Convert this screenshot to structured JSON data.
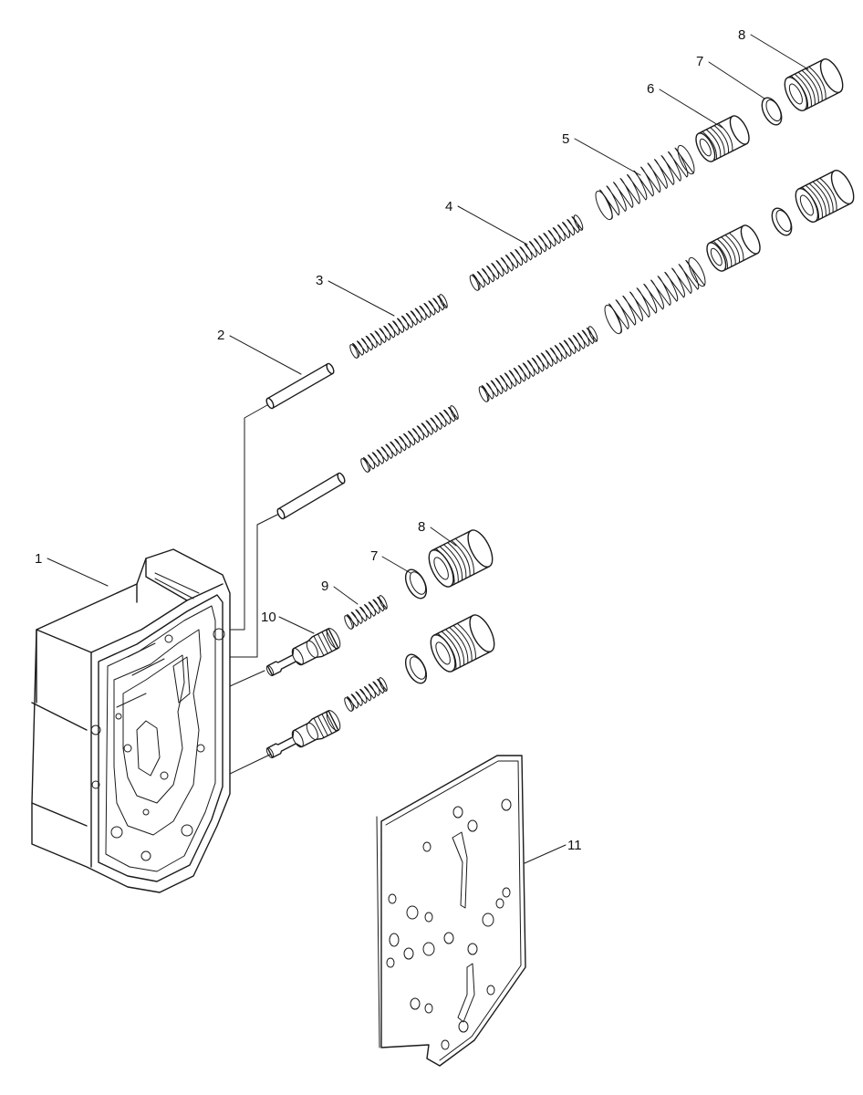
{
  "diagram": {
    "background": "#ffffff",
    "line_color": "#1a1a1a",
    "callouts": [
      {
        "id": "c1",
        "label": "1",
        "part": "valve-body"
      },
      {
        "id": "c2",
        "label": "2",
        "part": "pin"
      },
      {
        "id": "c3",
        "label": "3",
        "part": "spring"
      },
      {
        "id": "c4",
        "label": "4",
        "part": "spring"
      },
      {
        "id": "c5",
        "label": "5",
        "part": "spring"
      },
      {
        "id": "c6",
        "label": "6",
        "part": "spool-plug"
      },
      {
        "id": "c7a",
        "label": "7",
        "part": "washer"
      },
      {
        "id": "c8a",
        "label": "8",
        "part": "sleeve"
      },
      {
        "id": "c7b",
        "label": "7",
        "part": "washer"
      },
      {
        "id": "c8b",
        "label": "8",
        "part": "sleeve"
      },
      {
        "id": "c9",
        "label": "9",
        "part": "spring"
      },
      {
        "id": "c10",
        "label": "10",
        "part": "valve-spool"
      },
      {
        "id": "c11",
        "label": "11",
        "part": "separator-plate"
      }
    ]
  }
}
